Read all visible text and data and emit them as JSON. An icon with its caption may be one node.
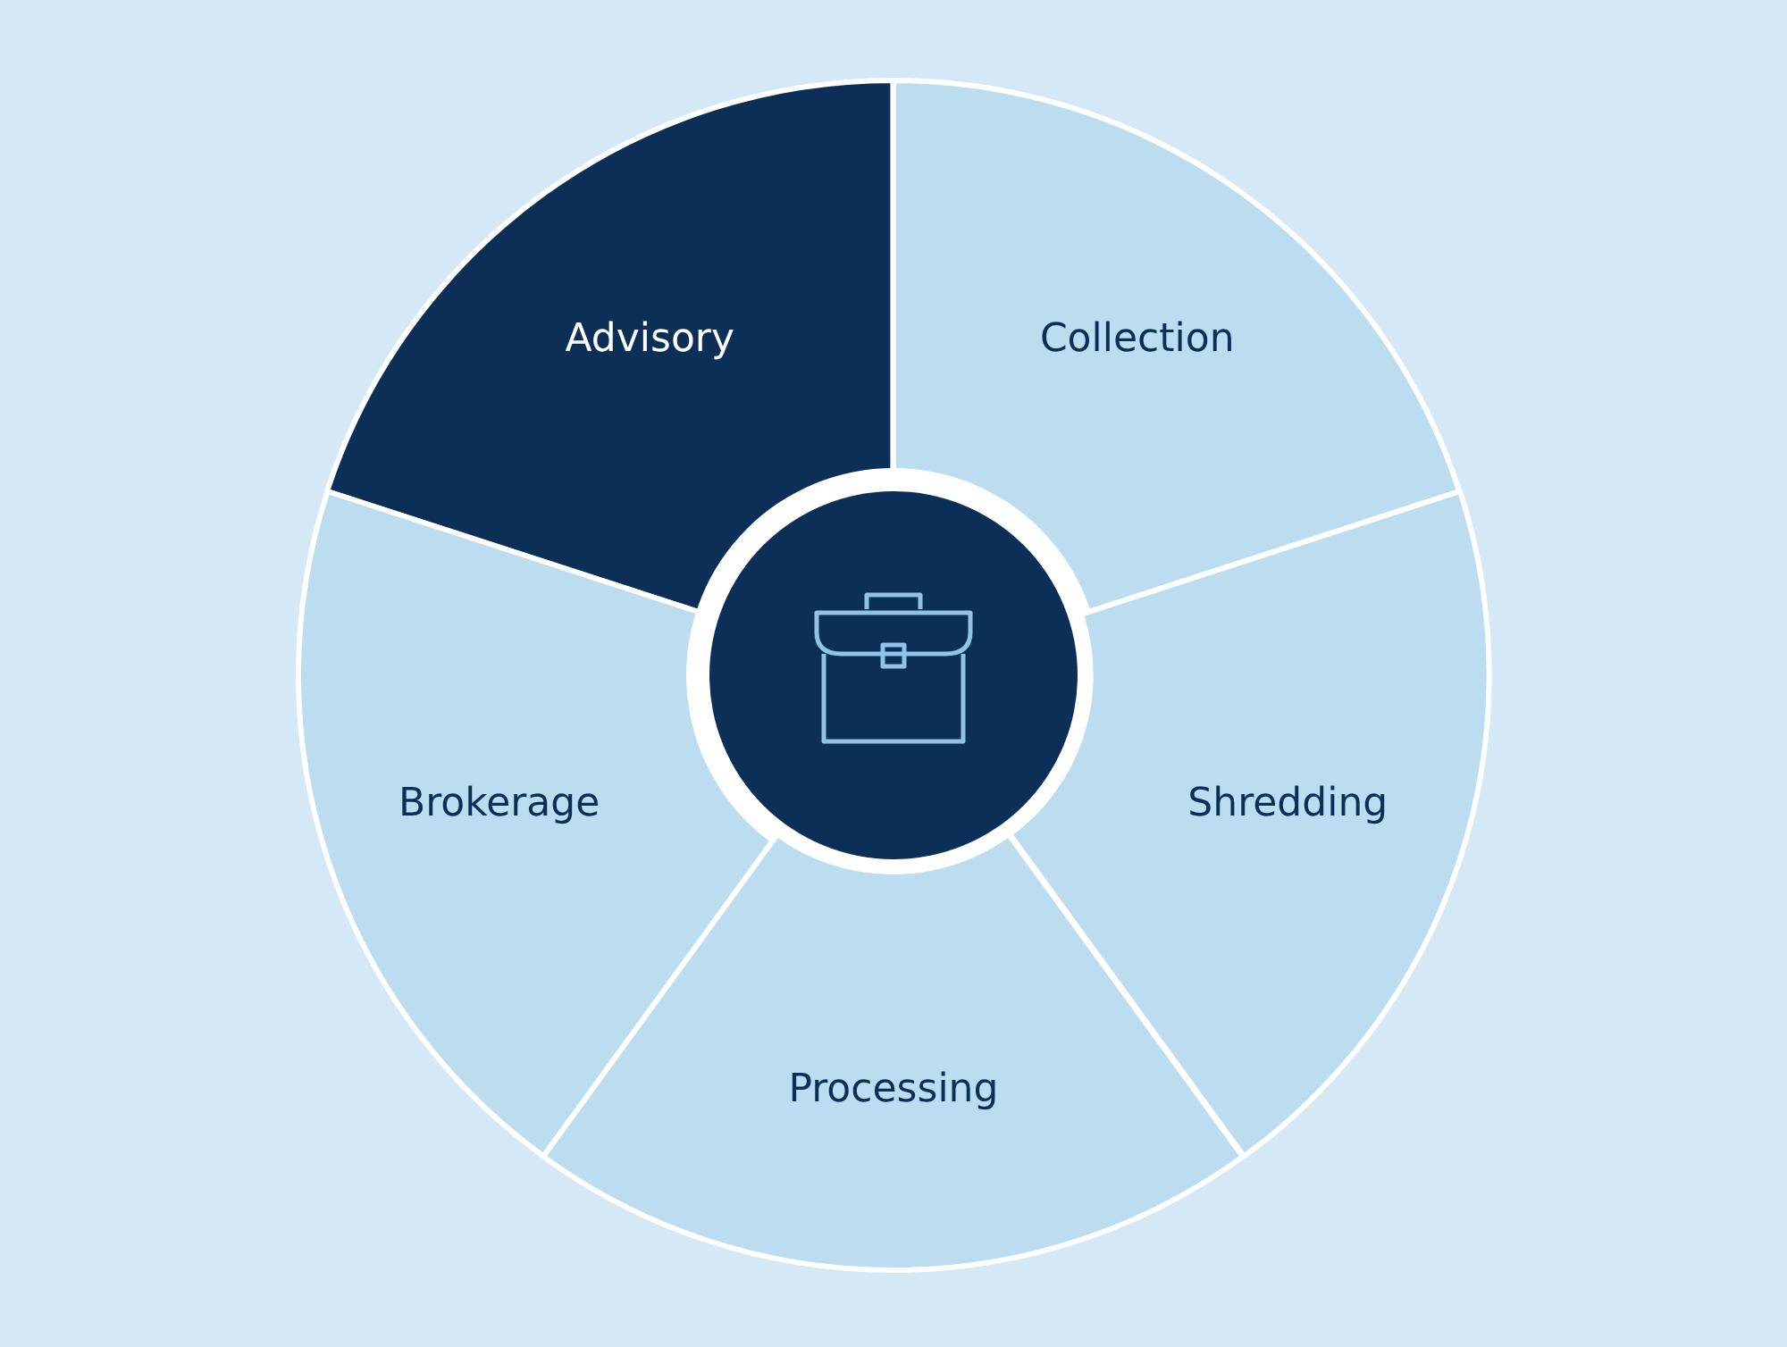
{
  "diagram": {
    "nodes": [
      {
        "text": [
          "Advisory"
        ]
      },
      {
        "text": [
          "Collection"
        ]
      },
      {
        "text": [
          "Brokerage"
        ]
      },
      {
        "text": [],
        "shape": "circle"
      },
      {
        "text": [
          "Shredding"
        ]
      },
      {
        "text": [
          "Processing"
        ]
      }
    ]
  }
}
